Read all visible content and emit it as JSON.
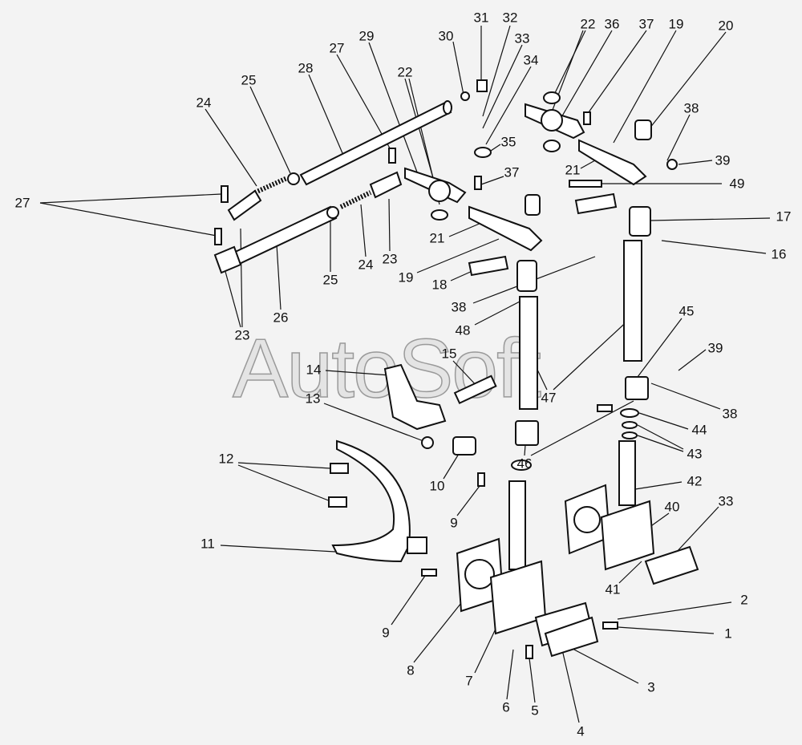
{
  "watermark": "AutoSoft",
  "callouts": [
    "31",
    "32",
    "30",
    "33",
    "34",
    "22",
    "36",
    "37",
    "19",
    "20",
    "29",
    "27",
    "28",
    "22",
    "25",
    "24",
    "35",
    "38",
    "39",
    "21",
    "49",
    "37",
    "27",
    "21",
    "17",
    "16",
    "23",
    "24",
    "25",
    "19",
    "18",
    "38",
    "48",
    "23",
    "26",
    "45",
    "39",
    "15",
    "14",
    "47",
    "13",
    "38",
    "44",
    "43",
    "46",
    "12",
    "42",
    "33",
    "40",
    "10",
    "9",
    "11",
    "41",
    "2",
    "1",
    "9",
    "8",
    "7",
    "6",
    "5",
    "3",
    "4"
  ]
}
